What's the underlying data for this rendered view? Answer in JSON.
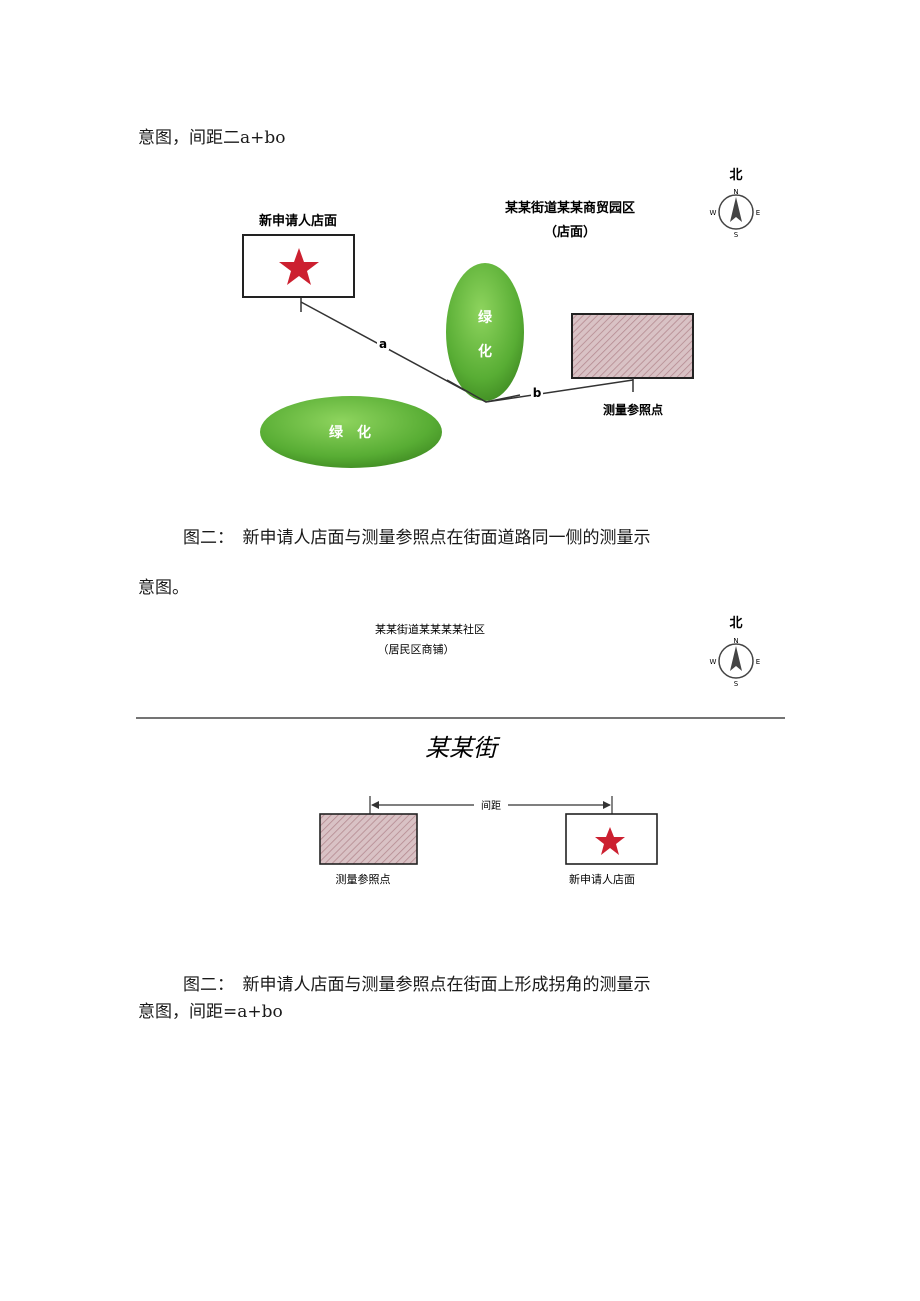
{
  "text": {
    "line_top": "意图，间距二a+bo",
    "caption1_line1": "图二：　新申请人店面与测量参照点在街面道路同一侧的测量示",
    "caption1_line2": "意图。",
    "caption2_line1": "图二：　新申请人店面与测量参照点在街面上形成拐角的测量示",
    "caption2_line2": "意图，间距=a+bo"
  },
  "diagram1": {
    "store_label": "新申请人店面",
    "district_line1": "某某街道某某商贸园区",
    "district_line2": "（店面）",
    "green_label_1": "绿",
    "green_label_2": "化",
    "green_oval_label": "绿　化",
    "segment_a": "a",
    "segment_b": "b",
    "reference_label": "测量参照点",
    "compass": {
      "north_big": "北",
      "n": "N",
      "s": "S",
      "e": "E",
      "w": "W"
    }
  },
  "diagram2": {
    "district_line1": "某某街道某某某某社区",
    "district_line2": "（居民区商铺）",
    "street_name": "某某街",
    "distance_label": "间距",
    "reference_label": "测量参照点",
    "store_label": "新申请人店面",
    "compass": {
      "north_big": "北",
      "n": "N",
      "s": "S",
      "e": "E",
      "w": "W"
    }
  },
  "colors": {
    "star": "#cc2030",
    "green": "#5fb43a",
    "hatch": "#c7a3a8",
    "line": "#333333"
  }
}
